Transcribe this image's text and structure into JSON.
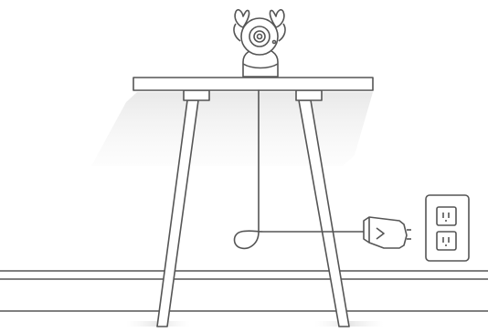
{
  "illustration": {
    "subject": "camera-on-table-setup",
    "elements": [
      "camera-icon",
      "table",
      "power-cable",
      "power-adapter-icon",
      "wall-outlet-icon",
      "floor-baseboard"
    ]
  },
  "colors": {
    "stroke": "#555555",
    "fill": "#ffffff",
    "shadow": "#e9e9e9",
    "adapter_fill": "#ffffff"
  }
}
